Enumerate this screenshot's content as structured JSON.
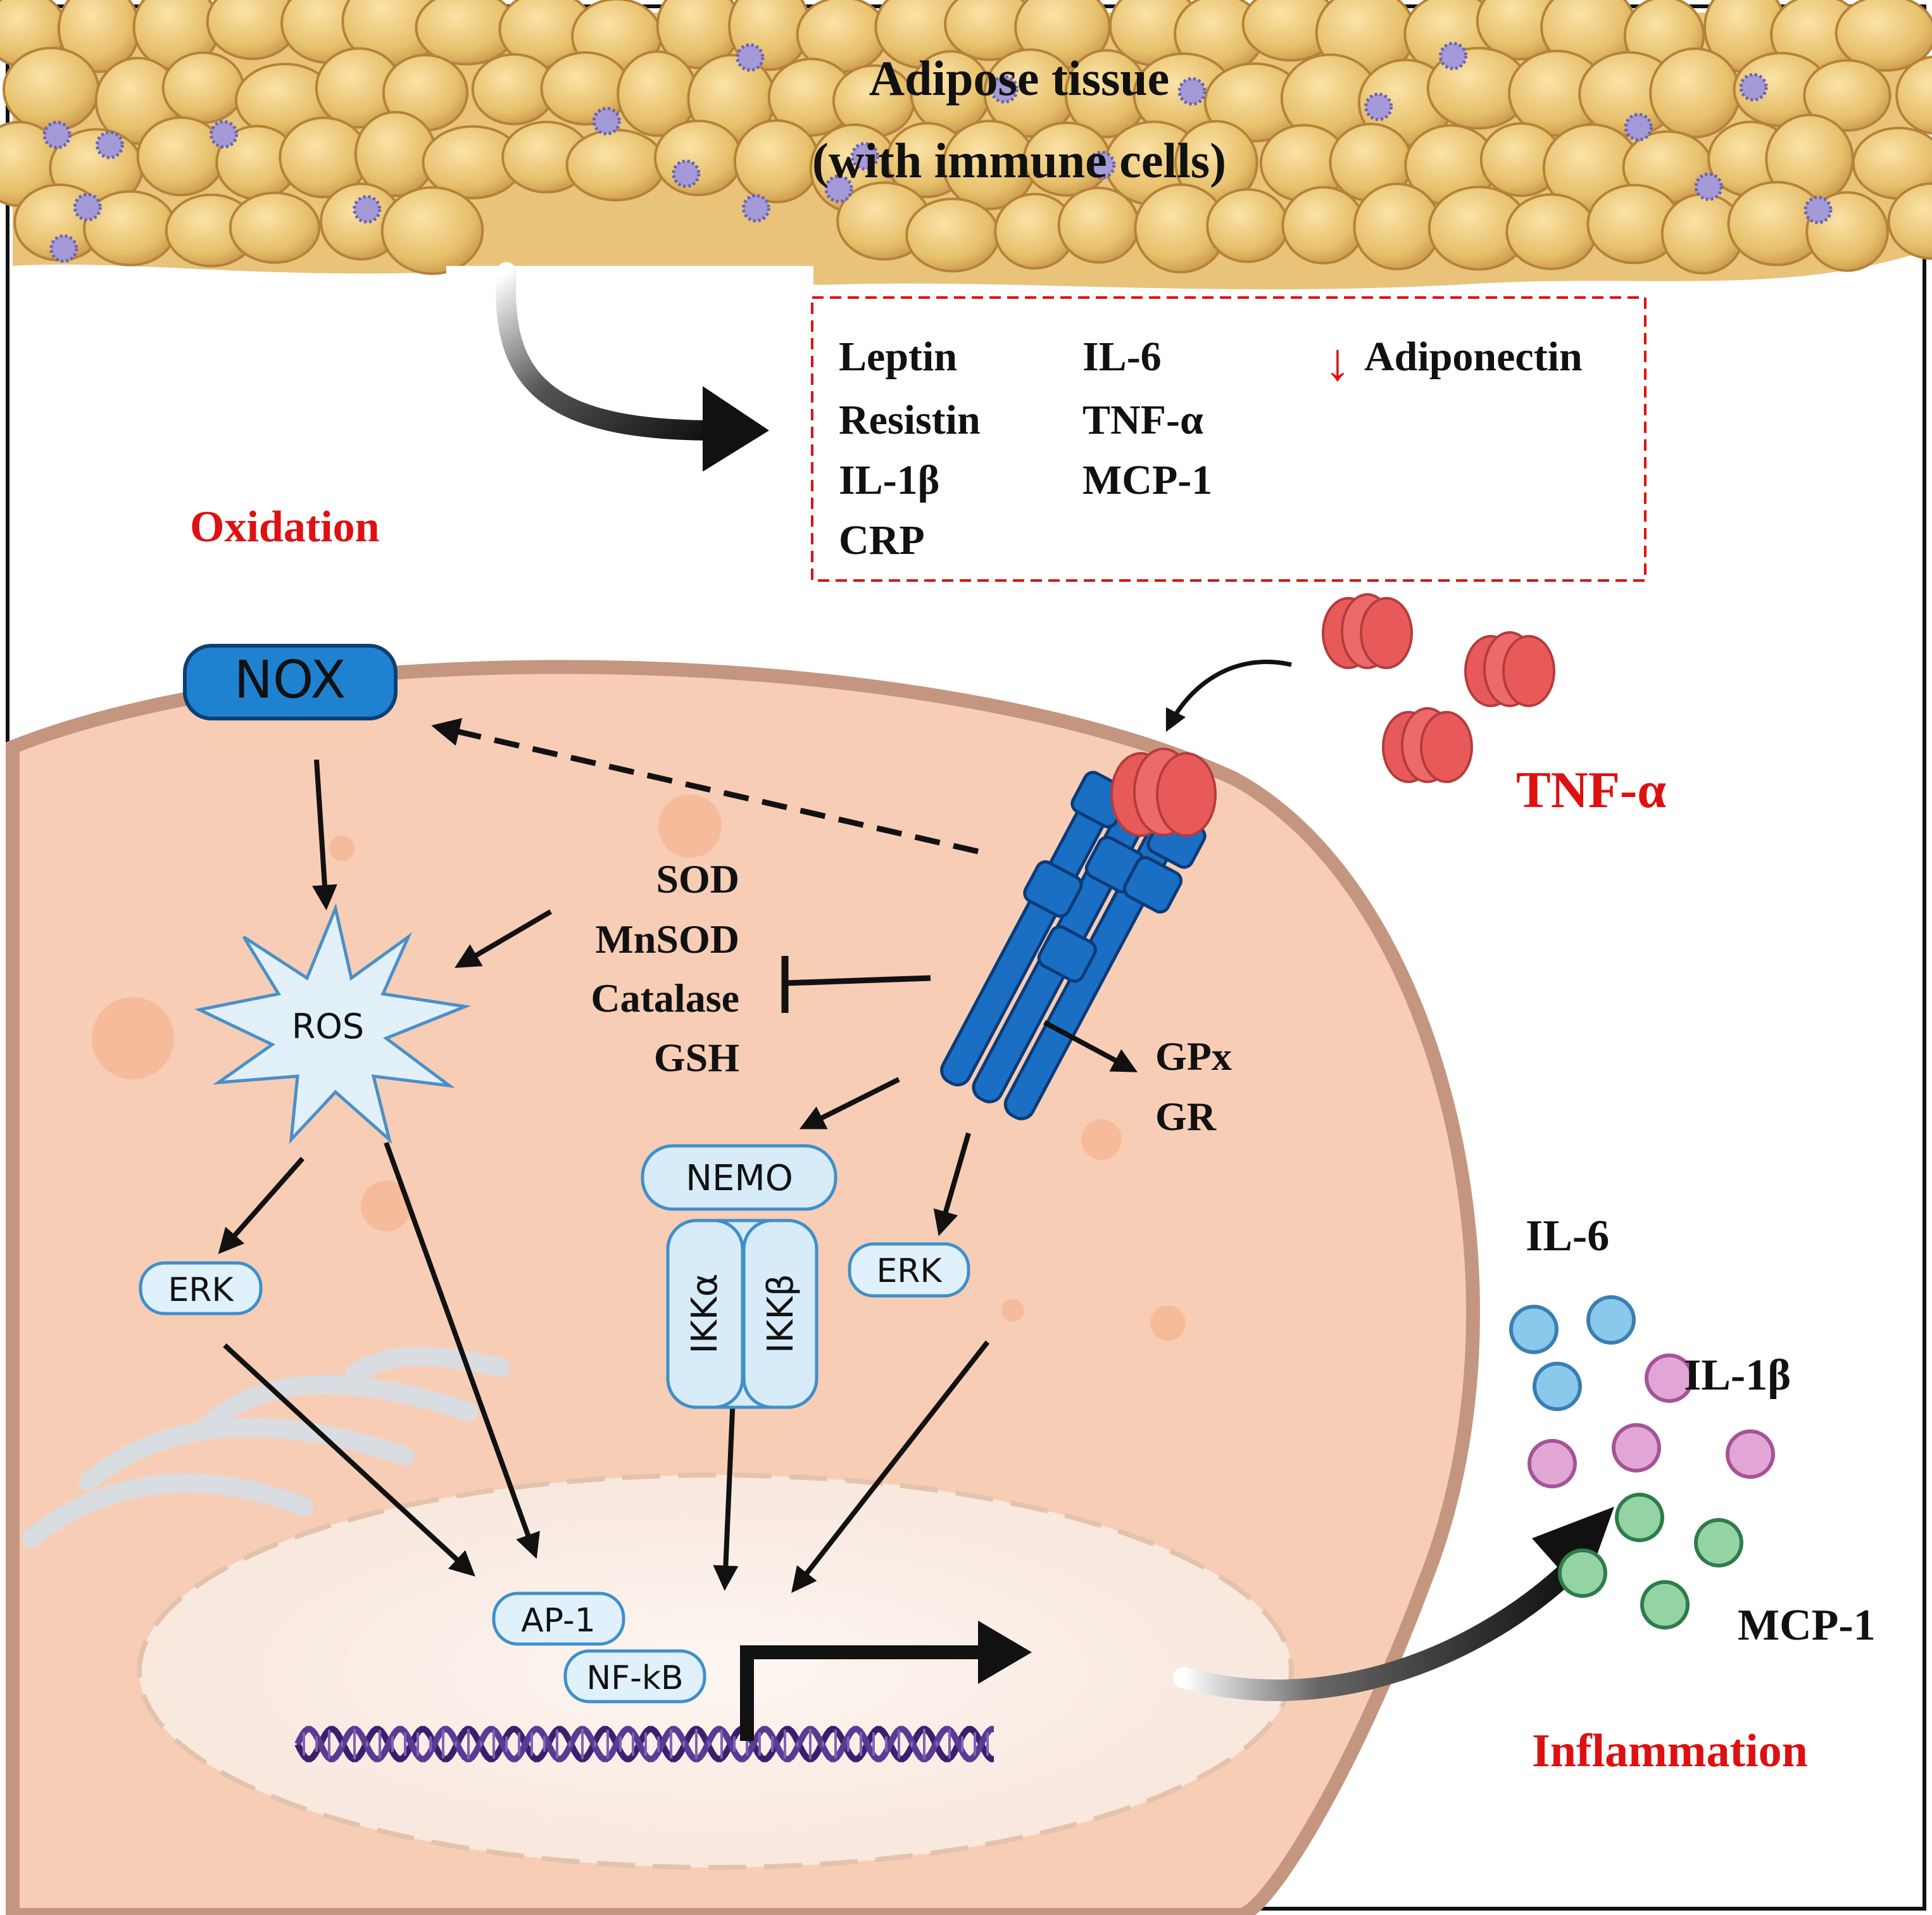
{
  "tissue": {
    "title_line1": "Adipose tissue",
    "title_line2": "(with immune cells)"
  },
  "secreted_factors": {
    "col1": [
      "Leptin",
      "Resistin",
      "IL-1β",
      "CRP"
    ],
    "col2": [
      "IL-6",
      "TNF-α",
      "MCP-1"
    ],
    "decrease_arrow": "↓",
    "decreased": "Adiponectin",
    "box_color": "#e01010"
  },
  "labels": {
    "oxidation": "Oxidation",
    "tnf_alpha": "TNF-α",
    "inflammation": "Inflammation"
  },
  "nodes": {
    "nox": "NOX",
    "ros": "ROS",
    "erk_left": "ERK",
    "erk_right": "ERK",
    "nemo": "NEMO",
    "ikk_alpha": "IKKα",
    "ikk_beta": "IKKβ",
    "ap1": "AP-1",
    "nfkb": "NF-kB"
  },
  "antioxidants": {
    "inhibited": [
      "SOD",
      "MnSOD",
      "Catalase",
      "GSH"
    ],
    "induced": [
      "GPx",
      "GR"
    ]
  },
  "cytokines": {
    "il6": "IL-6",
    "il1b": "IL-1β",
    "mcp1": "MCP-1"
  },
  "colors": {
    "red_label": "#dd1111",
    "cell_fill": "#f8cdb6",
    "cell_border": "#c49680",
    "nox_blue": "#1f82d0",
    "receptor_blue": "#1a6fc4",
    "tnf_red": "#e85a5a",
    "il6_blue": "#8cc8ec",
    "il1b_pink": "#e2a6d6",
    "mcp1_green": "#93d3a4"
  }
}
